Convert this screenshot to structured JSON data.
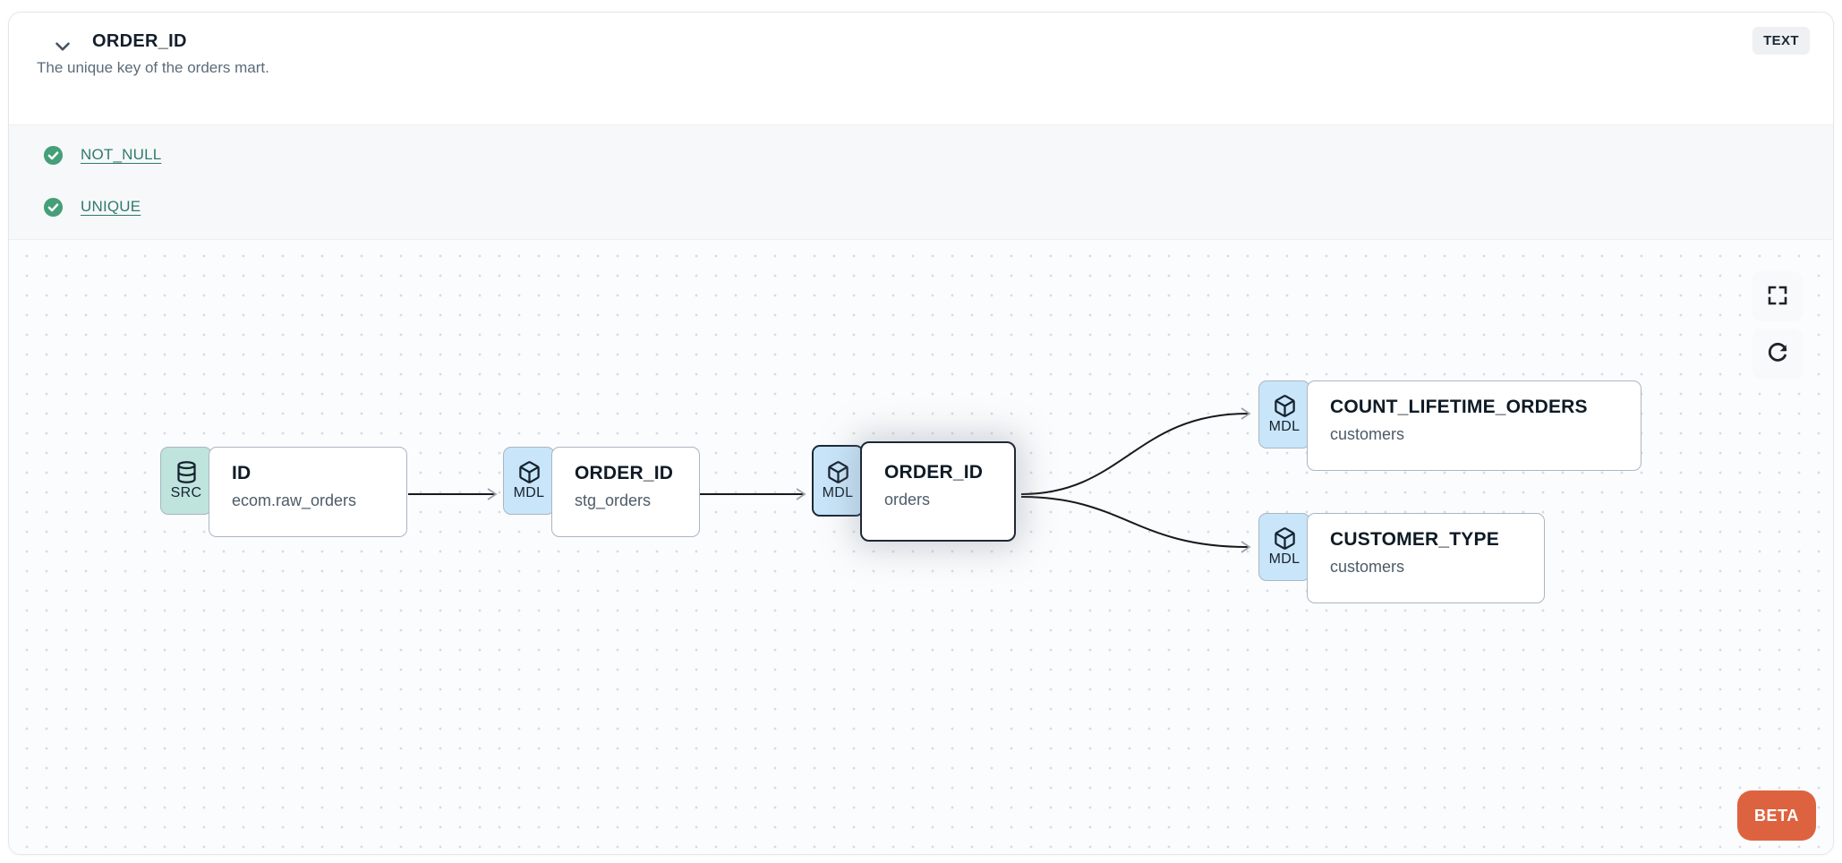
{
  "header": {
    "title": "ORDER_ID",
    "description": "The unique key of the orders mart.",
    "type_badge": "TEXT"
  },
  "tests": [
    {
      "label": "NOT_NULL",
      "status": "pass"
    },
    {
      "label": "UNIQUE",
      "status": "pass"
    }
  ],
  "lineage": {
    "nodes": [
      {
        "badge": "SRC",
        "icon": "database-icon",
        "title": "ID",
        "subtitle": "ecom.raw_orders",
        "selected": false
      },
      {
        "badge": "MDL",
        "icon": "cube-icon",
        "title": "ORDER_ID",
        "subtitle": "stg_orders",
        "selected": false
      },
      {
        "badge": "MDL",
        "icon": "cube-icon",
        "title": "ORDER_ID",
        "subtitle": "orders",
        "selected": true
      },
      {
        "badge": "MDL",
        "icon": "cube-icon",
        "title": "COUNT_LIFETIME_ORDERS",
        "subtitle": "customers",
        "selected": false
      },
      {
        "badge": "MDL",
        "icon": "cube-icon",
        "title": "CUSTOMER_TYPE",
        "subtitle": "customers",
        "selected": false
      }
    ],
    "edges": [
      {
        "from": "ID (ecom.raw_orders)",
        "to": "ORDER_ID (stg_orders)"
      },
      {
        "from": "ORDER_ID (stg_orders)",
        "to": "ORDER_ID (orders)"
      },
      {
        "from": "ORDER_ID (orders)",
        "to": "COUNT_LIFETIME_ORDERS (customers)"
      },
      {
        "from": "ORDER_ID (orders)",
        "to": "CUSTOMER_TYPE (customers)"
      }
    ],
    "beta_label": "BETA"
  },
  "colors": {
    "test_link_teal": "#2f7a6b",
    "check_green": "#459f78",
    "src_badge_bg": "#bfe3dd",
    "mdl_badge_bg": "#c9e5f9",
    "beta_orange": "#dd6340",
    "selected_border": "#1d2837",
    "type_badge_bg": "#eef0f3",
    "edge_line": "#17191d"
  }
}
